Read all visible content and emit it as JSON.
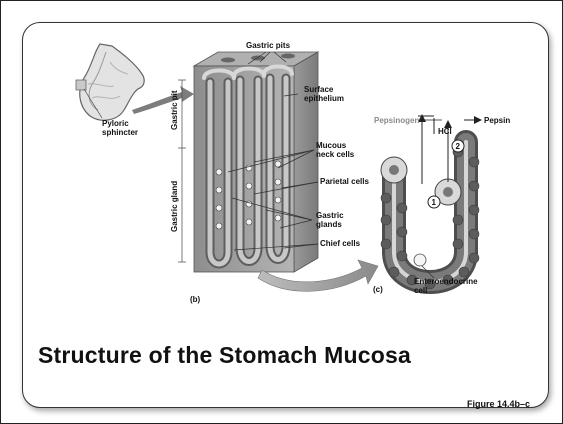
{
  "slide": {
    "title": "Structure of the Stomach Mucosa",
    "figure_ref": "Figure 14.4b–c"
  },
  "diagram": {
    "labels": {
      "gastric_pits": "Gastric pits",
      "surface_epithelium_1": "Surface",
      "surface_epithelium_2": "epithelium",
      "mucous_neck_1": "Mucous",
      "mucous_neck_2": "neck cells",
      "parietal_cells": "Parietal cells",
      "gastric_glands_1": "Gastric",
      "gastric_glands_2": "glands",
      "chief_cells": "Chief cells",
      "pyloric_1": "Pyloric",
      "pyloric_2": "sphincter",
      "gastric_pit_side": "Gastric pit",
      "gastric_gland_side": "Gastric gland",
      "panel_b": "(b)",
      "panel_c": "(c)",
      "pepsinogen": "Pepsinogen",
      "pepsin": "Pepsin",
      "hcl": "HCl",
      "step_1": "1",
      "step_2": "2",
      "enteroendocrine_1": "Enteroendocrine",
      "enteroendocrine_2": "cell"
    }
  }
}
